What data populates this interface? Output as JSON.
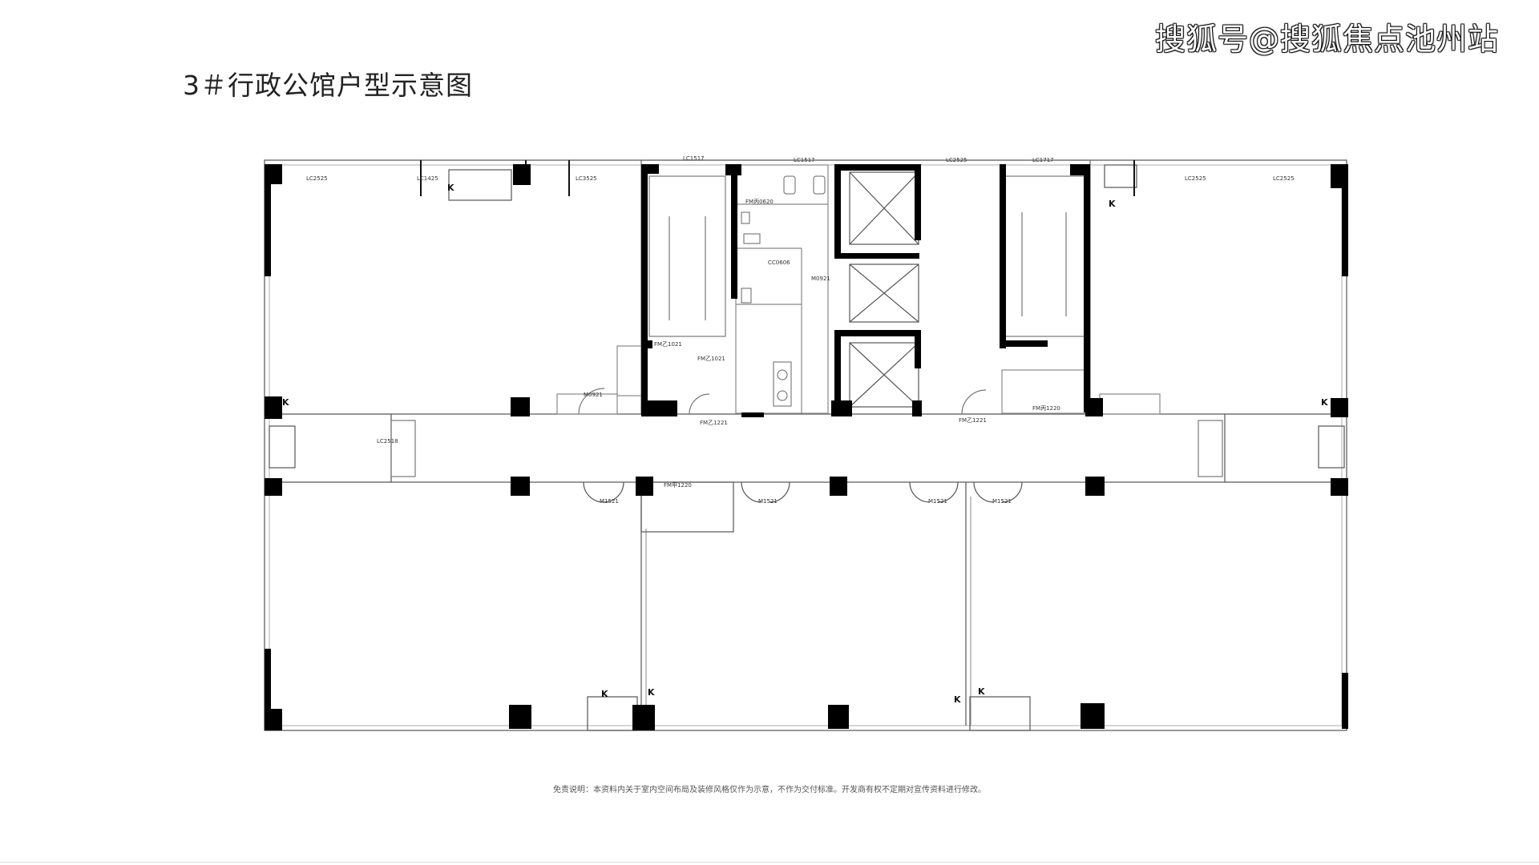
{
  "title": "3＃行政公馆户型示意图",
  "watermark": "搜狐号@搜狐焦点池州站",
  "disclaimer": "免责说明：本资料内关于室内空间布局及装修风格仅作为示意，不作为交付标准。开发商有权不定期对宣传资料进行修改。",
  "plan_labels": {
    "window_top_left": "LC2525",
    "window_top_left2": "LC1425",
    "window_top_mid": "LC3525",
    "window_stair1": "LC1517",
    "window_wc": "LC1517",
    "window_top_right1": "LC2525",
    "window_stair2": "LC1717",
    "window_top_right2": "LC2525",
    "window_top_right3": "LC2525",
    "door_fmb0620": "FM丙0620",
    "door_cc0606": "CC0606",
    "door_m0921_wc": "M0921",
    "door_stair1_a": "FM乙1021",
    "door_stair1_b": "FM乙1021",
    "door_corr_a": "FM乙1221",
    "door_corr_b": "FM乙1221",
    "door_m0921_a": "M0921",
    "door_fmb1220": "FM丙1220",
    "door_fma1220": "FM甲1220",
    "door_lc_left": "LC2518",
    "door_m1521_1": "M1521",
    "door_m1521_2": "M1521",
    "door_m1521_3": "M1521",
    "door_m1521_4": "M1521",
    "ac_mark": "K"
  },
  "colors": {
    "column": "#000000",
    "wall_line": "#444444",
    "thin_line": "#777777"
  }
}
